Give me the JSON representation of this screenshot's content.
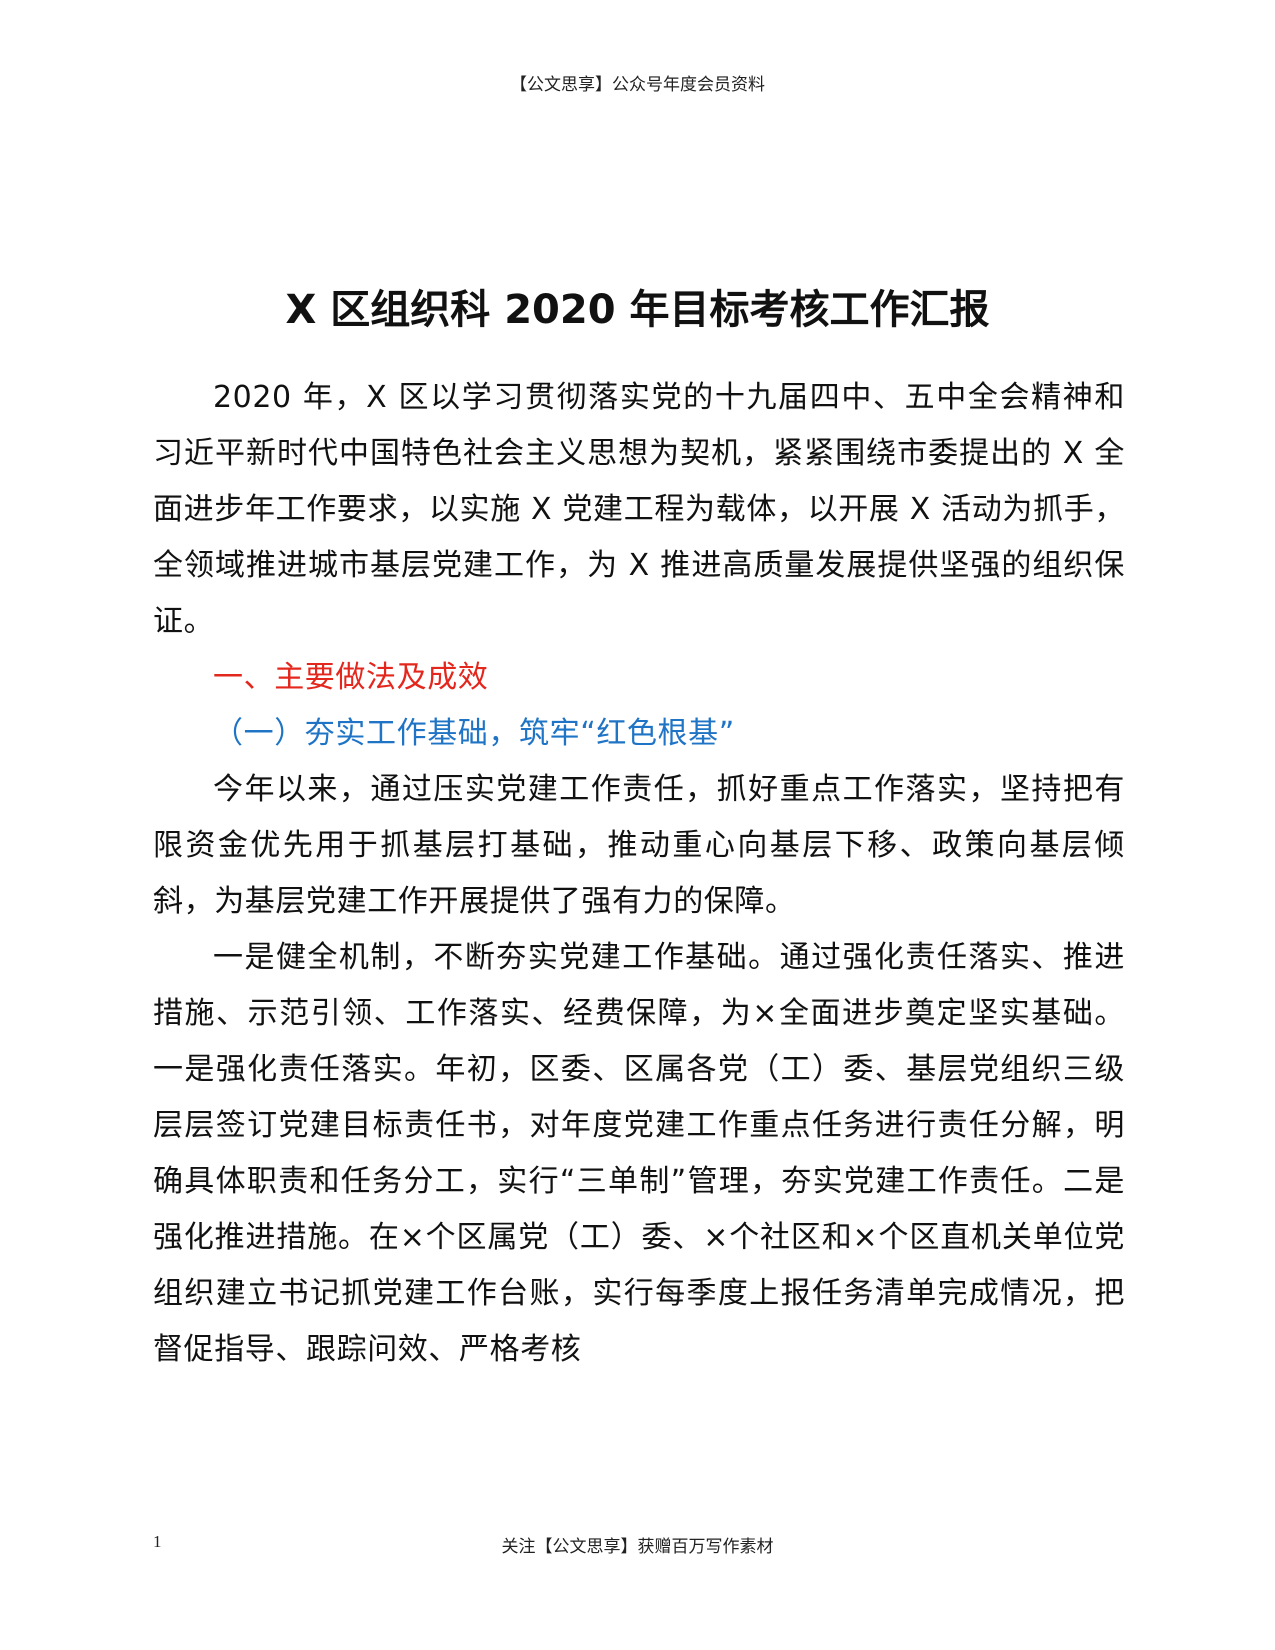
{
  "header": {
    "text": "【公文思享】公众号年度会员资料"
  },
  "document": {
    "title": "X 区组织科 2020 年目标考核工作汇报",
    "paragraphs": [
      "2020 年，X 区以学习贯彻落实党的十九届四中、五中全会精神和习近平新时代中国特色社会主义思想为契机，紧紧围绕市委提出的 X 全面进步年工作要求，以实施 X 党建工程为载体，以开展 X 活动为抓手，全领域推进城市基层党建工作，为 X 推进高质量发展提供坚强的组织保证。",
      "一、主要做法及成效",
      "（一）夯实工作基础，筑牢“红色根基”",
      "今年以来，通过压实党建工作责任，抓好重点工作落实，坚持把有限资金优先用于抓基层打基础，推动重心向基层下移、政策向基层倾斜，为基层党建工作开展提供了强有力的保障。",
      "一是健全机制，不断夯实党建工作基础。通过强化责任落实、推进措施、示范引领、工作落实、经费保障，为×全面进步奠定坚实基础。一是强化责任落实。年初，区委、区属各党（工）委、基层党组织三级层层签订党建目标责任书，对年度党建工作重点任务进行责任分解，明确具体职责和任务分工，实行“三单制”管理，夯实党建工作责任。二是强化推进措施。在×个区属党（工）委、×个社区和×个区直机关单位党组织建立书记抓党建工作台账，实行每季度上报任务清单完成情况，把督促指导、跟踪问效、严格考核"
    ]
  },
  "footer": {
    "page_number": "1",
    "text": "关注【公文思享】获赠百万写作素材"
  }
}
